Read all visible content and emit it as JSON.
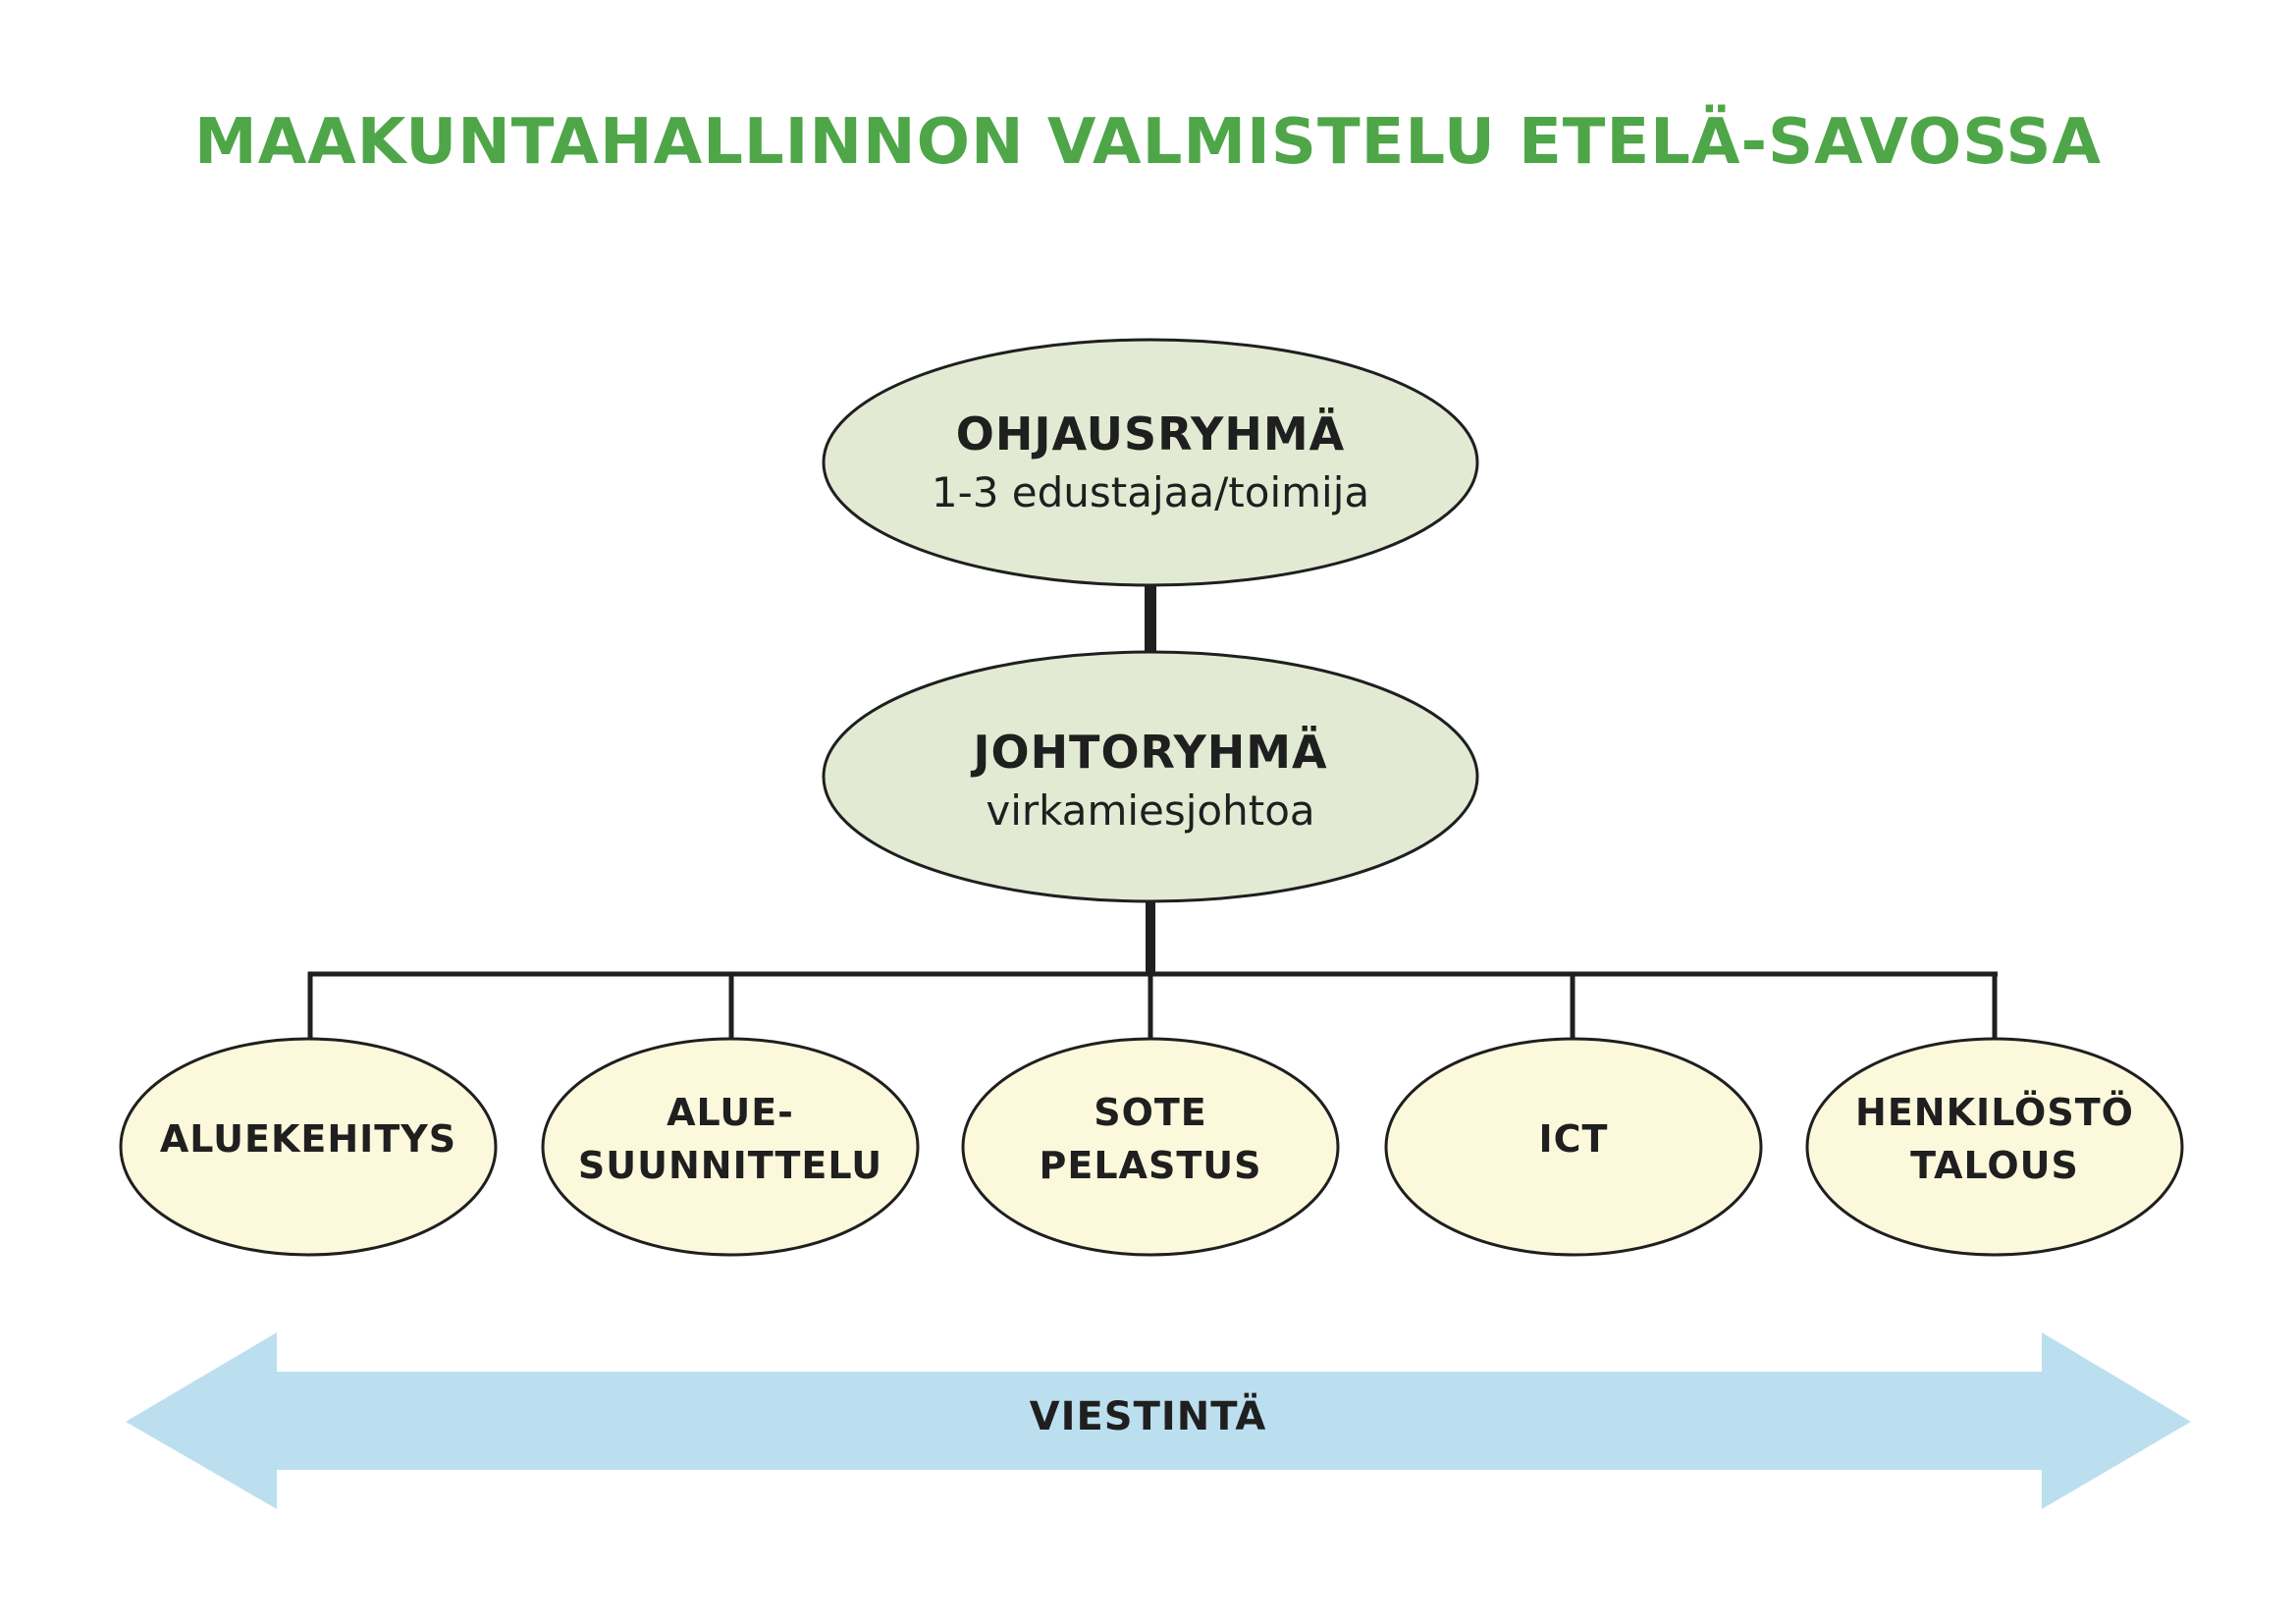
{
  "title": "MAAKUNTAHALLINNON VALMISTELU ETELÄ-SAVOSSA",
  "colors": {
    "title": "#4ea648",
    "top_node_fill": "#e2ead3",
    "unit_node_fill": "#fbf8dc",
    "outline": "#1f1f1f",
    "arrow": "#bcdff0"
  },
  "steering_group": {
    "name": "OHJAUSRYHMÄ",
    "detail": "1-3 edustajaa/toimija"
  },
  "management_group": {
    "name": "JOHTORYHMÄ",
    "detail": "virkamiesjohtoa"
  },
  "units": [
    {
      "lines": [
        "ALUEKEHITYS"
      ]
    },
    {
      "lines": [
        "ALUE-",
        "SUUNNITTELU"
      ]
    },
    {
      "lines": [
        "SOTE",
        "PELASTUS"
      ]
    },
    {
      "lines": [
        "ICT"
      ]
    },
    {
      "lines": [
        "HENKILÖSTÖ",
        "TALOUS"
      ]
    }
  ],
  "communication": "VIESTINTÄ"
}
